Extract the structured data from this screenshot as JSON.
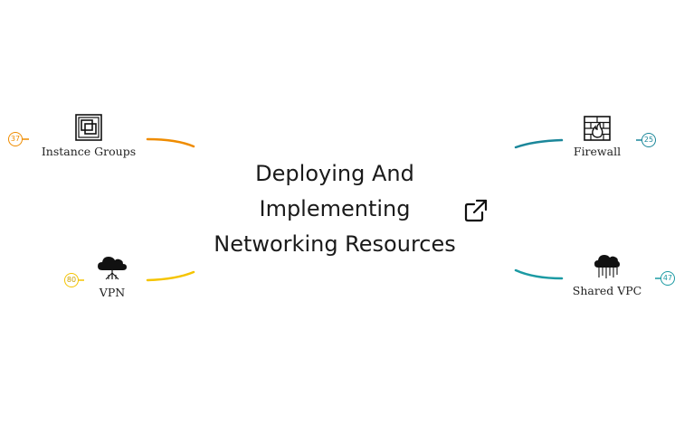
{
  "central_topic": {
    "lines": [
      "Deploying And",
      "Implementing",
      "Networking Resources"
    ],
    "link_icon": "external-link-icon"
  },
  "branches": [
    {
      "label": "Instance Groups",
      "badge": "37",
      "color": "#ef8c00",
      "icon": "instance-groups-icon"
    },
    {
      "label": "VPN",
      "badge": "80",
      "color": "#f5c400",
      "icon": "cloud-network-icon"
    },
    {
      "label": "Firewall",
      "badge": "25",
      "color": "#1b879a",
      "icon": "firewall-icon"
    },
    {
      "label": "Shared VPC",
      "badge": "47",
      "color": "#1b9aa3",
      "icon": "cloud-rain-icon"
    }
  ]
}
